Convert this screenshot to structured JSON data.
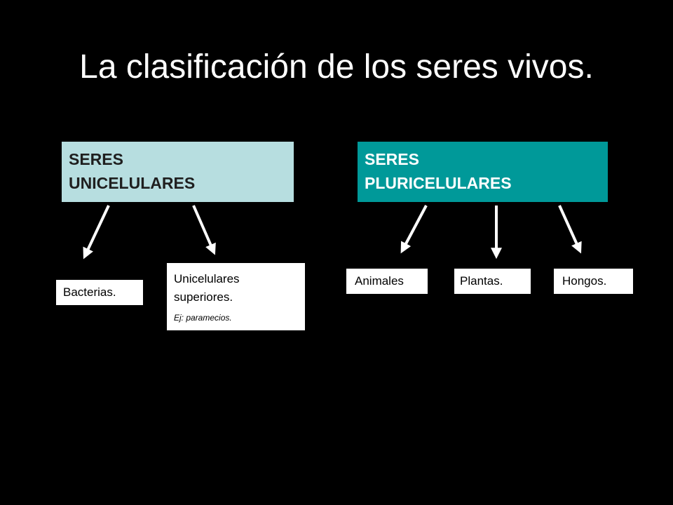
{
  "title": "La clasificación de los seres vivos.",
  "colors": {
    "background": "#000000",
    "unicelulares_box": "#b7dee0",
    "unicelulares_text": "#1f1f1f",
    "pluricelulares_box": "#009999",
    "pluricelulares_text": "#ffffff",
    "arrow": "#ffffff",
    "leaf_box": "#ffffff"
  },
  "unicelulares": {
    "label": "SERES\nUNICELULARES",
    "children": {
      "bacterias": "Bacterias.",
      "superiores": {
        "label": "Unicelulares\nsuperiores.",
        "example": "Ej: paramecios."
      }
    }
  },
  "pluricelulares": {
    "label": "SERES\nPLURICELULARES",
    "children": {
      "animales": "Animales",
      "plantas": "Plantas.",
      "hongos": "Hongos."
    }
  }
}
